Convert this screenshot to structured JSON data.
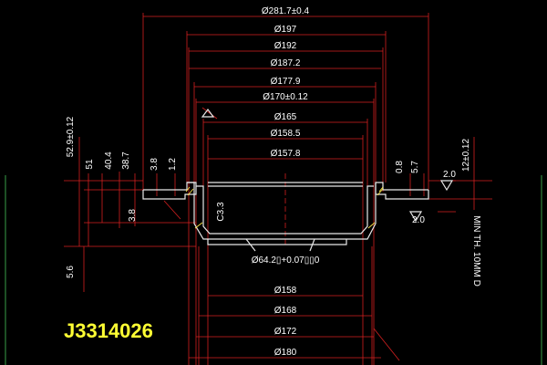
{
  "part_number": "J3314026",
  "dimensions": {
    "d281": "Ø281.7±0.4",
    "d197": "Ø197",
    "d192": "Ø192",
    "d187": "Ø187.2",
    "d177": "Ø177.9",
    "d170": "Ø170±0.12",
    "d165": "Ø165",
    "d158_5": "Ø158.5",
    "d157_8": "Ø157.8",
    "d64": "Ø64.2▯+0.07▯▯0",
    "d158": "Ø158",
    "d168": "Ø168",
    "d172": "Ø172",
    "d180": "Ø180",
    "h52": "52.9±0.12",
    "h51": "51",
    "h40": "40.4",
    "h38": "38.7",
    "h3_8a": "3.8",
    "h1_2": "1.2",
    "h3_8b": "3.8",
    "h5_6": "5.6",
    "h12": "12±0.12",
    "h5_7": "5.7",
    "h0_8": "0.8",
    "chamfer": "C3.3",
    "tol_a": "2.0",
    "tol_b": "2.0",
    "min_thickness": "MIN TH. 10MM D"
  },
  "colors": {
    "background": "#000000",
    "dimension_lines": "#d42020",
    "outline": "#e8e8e8",
    "part_number": "#ffff33",
    "hatch": "#ffe94a"
  }
}
